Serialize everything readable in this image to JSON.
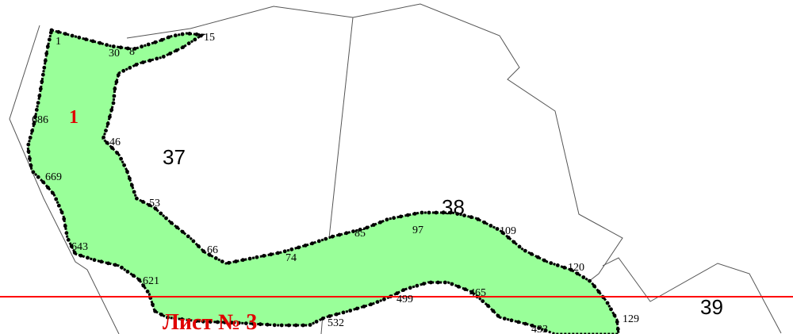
{
  "map": {
    "zone_label": "1",
    "parcels": [
      {
        "id": "parcel-37",
        "label": "37"
      },
      {
        "id": "parcel-38",
        "label": "38"
      },
      {
        "id": "parcel-39",
        "label": "39"
      }
    ],
    "points": [
      "1",
      "30",
      "8",
      "15",
      "686",
      "46",
      "669",
      "53",
      "643",
      "66",
      "74",
      "85",
      "97",
      "109",
      "120",
      "621",
      "499",
      "465",
      "532",
      "129",
      "433"
    ],
    "sheet_label": "Лист № 3",
    "colors": {
      "zone_fill": "#99ff99",
      "zone_border": "#000000",
      "parcel_lines": "#555555",
      "sheet_line": "#ff0000",
      "sheet_label": "#e00000",
      "zone_label": "#e00000"
    }
  }
}
